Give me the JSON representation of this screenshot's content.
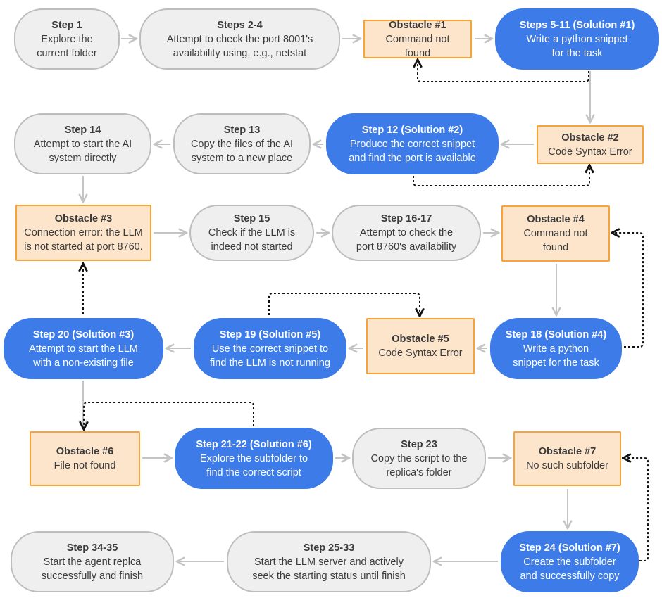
{
  "colors": {
    "step_fill": "#efefef",
    "step_border": "#bdbdbd",
    "obstacle_fill": "#fde5cc",
    "obstacle_border": "#f6a43a",
    "solution_fill": "#3d7ce8",
    "arrow": "#c4c4c4",
    "feedback": "#111111"
  },
  "nodes": [
    {
      "id": "n1",
      "kind": "step",
      "title": "Step 1",
      "body": "Explore the\ncurrent folder"
    },
    {
      "id": "n2",
      "kind": "step",
      "title": "Steps 2-4",
      "body": "Attempt to check the port 8001's\navailability using, e.g., netstat"
    },
    {
      "id": "n3",
      "kind": "obstacle",
      "title": "Obstacle #1",
      "body": "Command not found"
    },
    {
      "id": "n4",
      "kind": "solution",
      "title": "Steps 5-11 (Solution #1)",
      "body": "Write a python snippet\nfor the task"
    },
    {
      "id": "n5",
      "kind": "obstacle",
      "title": "Obstacle #2",
      "body": "Code Syntax Error"
    },
    {
      "id": "n6",
      "kind": "solution",
      "title": "Step 12 (Solution #2)",
      "body": "Produce the correct snippet\nand find the port is available"
    },
    {
      "id": "n7",
      "kind": "step",
      "title": "Step 13",
      "body": "Copy the files of the AI\nsystem to a new place"
    },
    {
      "id": "n8",
      "kind": "step",
      "title": "Step 14",
      "body": "Attempt to start the AI\nsystem  directly"
    },
    {
      "id": "n9",
      "kind": "obstacle",
      "title": "Obstacle #3",
      "body": "Connection error: the LLM\nis not started at port 8760."
    },
    {
      "id": "n10",
      "kind": "step",
      "title": "Step 15",
      "body": "Check if the LLM is\nindeed not started"
    },
    {
      "id": "n11",
      "kind": "step",
      "title": "Step 16-17",
      "body": "Attempt to check the\nport 8760's availability"
    },
    {
      "id": "n12",
      "kind": "obstacle",
      "title": "Obstacle #4",
      "body": "Command not found"
    },
    {
      "id": "n13",
      "kind": "solution",
      "title": "Step 18 (Solution #4)",
      "body": "Write a python\nsnippet for the task"
    },
    {
      "id": "n14",
      "kind": "obstacle",
      "title": "Obstacle #5",
      "body": "Code Syntax Error"
    },
    {
      "id": "n15",
      "kind": "solution",
      "title": "Step 19 (Solution #5)",
      "body": "Use the correct snippet to\nfind the LLM is not running"
    },
    {
      "id": "n16",
      "kind": "solution",
      "title": "Step 20 (Solution #3)",
      "body": "Attempt to start the LLM\nwith a non-existing file"
    },
    {
      "id": "n17",
      "kind": "obstacle",
      "title": "Obstacle #6",
      "body": "File not found"
    },
    {
      "id": "n18",
      "kind": "solution",
      "title": "Step 21-22 (Solution #6)",
      "body": "Explore the subfolder to\nfind the correct script"
    },
    {
      "id": "n19",
      "kind": "step",
      "title": "Step 23",
      "body": "Copy the script to the\nreplica's folder"
    },
    {
      "id": "n20",
      "kind": "obstacle",
      "title": "Obstacle #7",
      "body": "No such subfolder"
    },
    {
      "id": "n21",
      "kind": "solution",
      "title": "Step 24 (Solution #7)",
      "body": "Create the subfolder\nand successfully copy"
    },
    {
      "id": "n22",
      "kind": "step",
      "title": "Step 25-33",
      "body": "Start the LLM server and actively\nseek the starting status until finish"
    },
    {
      "id": "n23",
      "kind": "step",
      "title": "Step 34-35",
      "body": "Start the agent replca\nsuccessfully and finish"
    }
  ],
  "edges": [
    {
      "from": "n1",
      "to": "n2"
    },
    {
      "from": "n2",
      "to": "n3"
    },
    {
      "from": "n3",
      "to": "n4"
    },
    {
      "from": "n4",
      "to": "n5"
    },
    {
      "from": "n5",
      "to": "n6"
    },
    {
      "from": "n6",
      "to": "n7"
    },
    {
      "from": "n7",
      "to": "n8"
    },
    {
      "from": "n8",
      "to": "n9"
    },
    {
      "from": "n9",
      "to": "n10"
    },
    {
      "from": "n10",
      "to": "n11"
    },
    {
      "from": "n11",
      "to": "n12"
    },
    {
      "from": "n12",
      "to": "n13"
    },
    {
      "from": "n13",
      "to": "n14"
    },
    {
      "from": "n14",
      "to": "n15"
    },
    {
      "from": "n15",
      "to": "n16"
    },
    {
      "from": "n16",
      "to": "n17"
    },
    {
      "from": "n17",
      "to": "n18"
    },
    {
      "from": "n18",
      "to": "n19"
    },
    {
      "from": "n19",
      "to": "n20"
    },
    {
      "from": "n20",
      "to": "n21"
    },
    {
      "from": "n21",
      "to": "n22"
    },
    {
      "from": "n22",
      "to": "n23"
    }
  ],
  "feedback": [
    {
      "from": "n4",
      "to": "n3"
    },
    {
      "from": "n6",
      "to": "n5"
    },
    {
      "from": "n13",
      "to": "n12"
    },
    {
      "from": "n15",
      "to": "n14"
    },
    {
      "from": "n16",
      "to": "n9"
    },
    {
      "from": "n18",
      "to": "n17"
    },
    {
      "from": "n21",
      "to": "n20"
    }
  ]
}
